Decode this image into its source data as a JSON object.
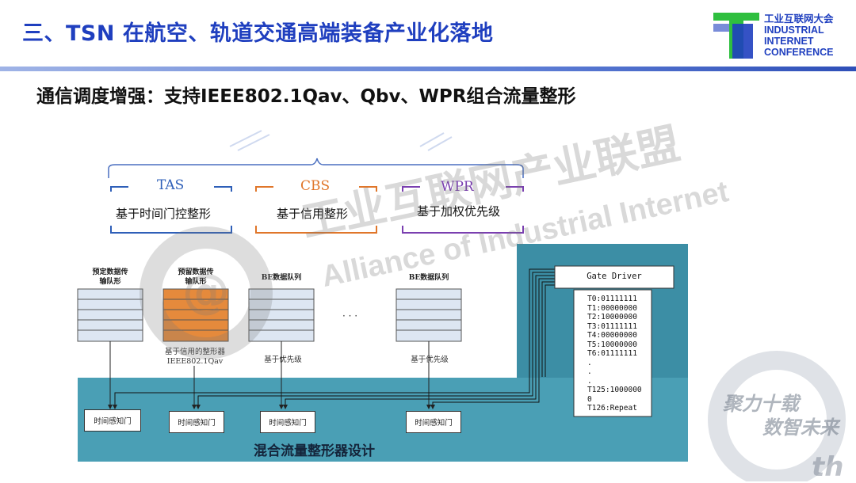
{
  "slide": {
    "title": "三、TSN 在航空、轨道交通高端装备产业化落地",
    "subtitle": "通信调度增强：支持IEEE802.1Qav、Qbv、WPR组合流量整形"
  },
  "logo": {
    "line1": "工业互联网大会",
    "line2": "INDUSTRIAL",
    "line3": "INTERNET",
    "line4": "CONFERENCE",
    "brand_color": "#1f3fbf",
    "accent_color": "#2fbf3f"
  },
  "shapers": [
    {
      "name": "TAS",
      "desc": "基于时间门控整形",
      "color": "#2e5fb8"
    },
    {
      "name": "CBS",
      "desc": "基于信用整形",
      "color": "#e0762a"
    },
    {
      "name": "WPR",
      "desc": "基于加权优先级",
      "color": "#7a3fb0"
    }
  ],
  "queues": [
    {
      "label": "预定数据传\n输队形",
      "caption": ""
    },
    {
      "label": "预留数据传\n输队形",
      "caption": "基于信用的整形器\nIEEE802.1Qav"
    },
    {
      "label": "BE数据队列",
      "caption": "基于优先级"
    },
    {
      "label": "BE数据队列",
      "caption": "基于优先级"
    }
  ],
  "ellipsis": "· · ·",
  "gate": {
    "driver_label": "Gate Driver",
    "lines": [
      "T0:01111111",
      "T1:00000000",
      "T2:10000000",
      "T3:01111111",
      "T4:00000000",
      "T5:10000000",
      "T6:01111111",
      ".",
      ".",
      ".",
      "T125:1000000",
      "0",
      "T126:Repeat"
    ]
  },
  "time_gate_label": "时间感知门",
  "design_label": "混合流量整形器设计",
  "watermark": {
    "cn": "工业互联网产业联盟",
    "en": "Alliance of Industrial Internet"
  },
  "corner_badge": {
    "line1": "聚力十载",
    "line2": "数智未来",
    "suffix": "th"
  },
  "colors": {
    "teal": "#4a9fb5",
    "teal_dark": "#3c8ea5",
    "cbs_orange": "#e58a3c"
  }
}
